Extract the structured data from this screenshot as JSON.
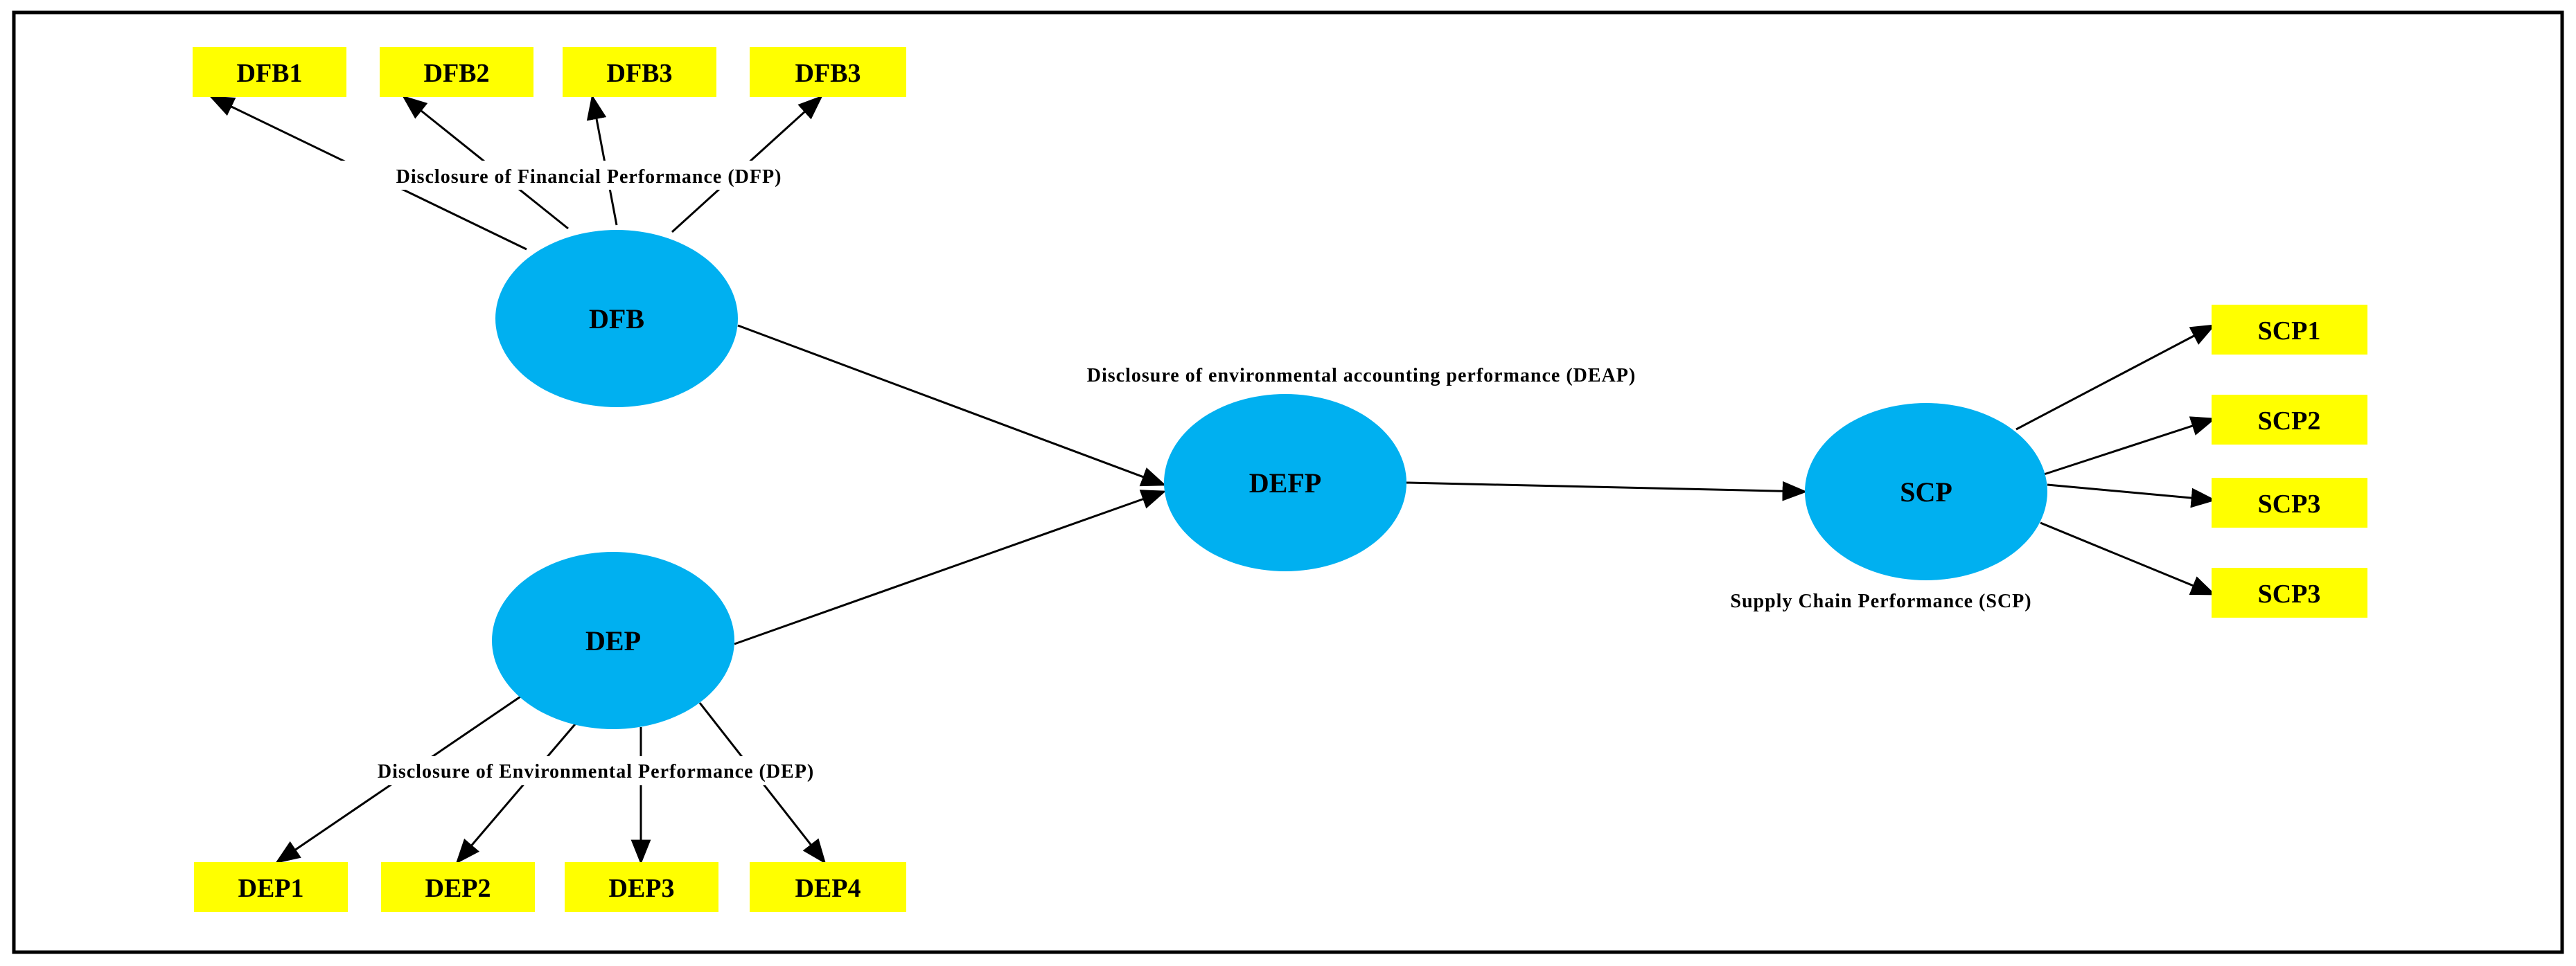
{
  "colors": {
    "construct_fill": "#00B0F0",
    "indicator_fill": "#FFFF00",
    "line": "#000000",
    "frame": "#000000"
  },
  "constructs": {
    "dfb": {
      "label": "DFB",
      "caption": "Disclosure of Financial Performance (DFP)"
    },
    "dep": {
      "label": "DEP",
      "caption": "Disclosure of Environmental Performance (DEP)"
    },
    "defp": {
      "label": "DEFP",
      "caption": "Disclosure of environmental accounting performance (DEAP)"
    },
    "scp": {
      "label": "SCP",
      "caption": "Supply Chain Performance (SCP)"
    }
  },
  "indicators": {
    "dfb": [
      "DFB1",
      "DFB2",
      "DFB3",
      "DFB3"
    ],
    "dep": [
      "DEP1",
      "DEP2",
      "DEP3",
      "DEP4"
    ],
    "scp": [
      "SCP1",
      "SCP2",
      "SCP3",
      "SCP3"
    ]
  },
  "paths": [
    {
      "from": "DFB",
      "to": "DEFP"
    },
    {
      "from": "DEP",
      "to": "DEFP"
    },
    {
      "from": "DEFP",
      "to": "SCP"
    }
  ]
}
